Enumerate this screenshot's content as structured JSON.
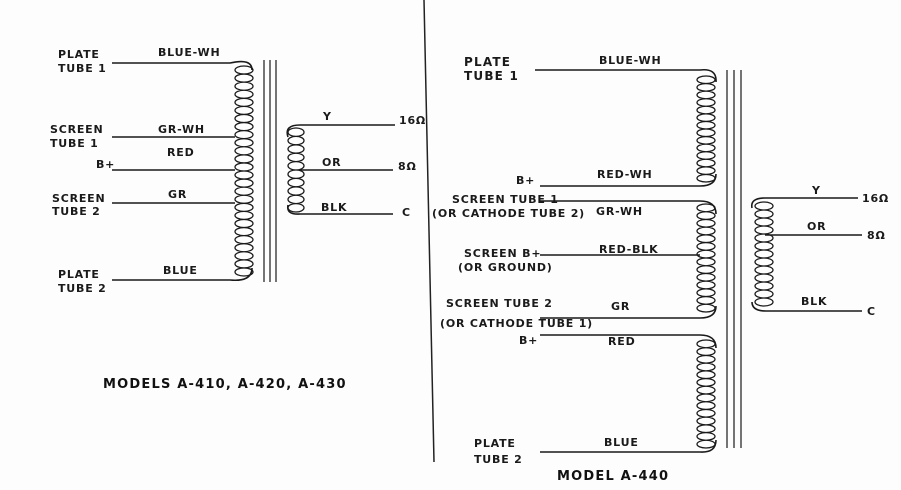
{
  "left_diagram": {
    "title": "MODELS  A-410, A-420, A-430",
    "primary": [
      {
        "line1": "PLATE",
        "line2": "TUBE 1",
        "wire": "BLUE-WH"
      },
      {
        "line1": "SCREEN",
        "line2": "TUBE 1",
        "wire": "GR-WH"
      },
      {
        "line1": "B+",
        "line2": "",
        "wire": "RED"
      },
      {
        "line1": "SCREEN",
        "line2": "TUBE 2",
        "wire": "GR"
      },
      {
        "line1": "PLATE",
        "line2": "TUBE 2",
        "wire": "BLUE"
      }
    ],
    "secondary": [
      {
        "wire": "Y",
        "tap": "16Ω"
      },
      {
        "wire": "OR",
        "tap": "8Ω"
      },
      {
        "wire": "BLK",
        "tap": "C"
      }
    ]
  },
  "right_diagram": {
    "title": "MODEL  A-440",
    "primary": [
      {
        "line1": "PLATE",
        "line2": "TUBE 1",
        "wire": "BLUE-WH"
      },
      {
        "line1": "B+",
        "line2": "",
        "wire": "RED-WH"
      },
      {
        "line1": "SCREEN TUBE 1",
        "line2": "(OR CATHODE TUBE 2)",
        "wire": "GR-WH"
      },
      {
        "line1": "SCREEN B+",
        "line2": "(OR GROUND)",
        "wire": "RED-BLK"
      },
      {
        "line1": "SCREEN TUBE 2",
        "line2": "(OR CATHODE TUBE 1)",
        "wire": "GR"
      },
      {
        "line1": "B+",
        "line2": "",
        "wire": "RED"
      },
      {
        "line1": "PLATE",
        "line2": "TUBE 2",
        "wire": "BLUE"
      }
    ],
    "secondary": [
      {
        "wire": "Y",
        "tap": "16Ω"
      },
      {
        "wire": "OR",
        "tap": "8Ω"
      },
      {
        "wire": "BLK",
        "tap": "C"
      }
    ]
  }
}
